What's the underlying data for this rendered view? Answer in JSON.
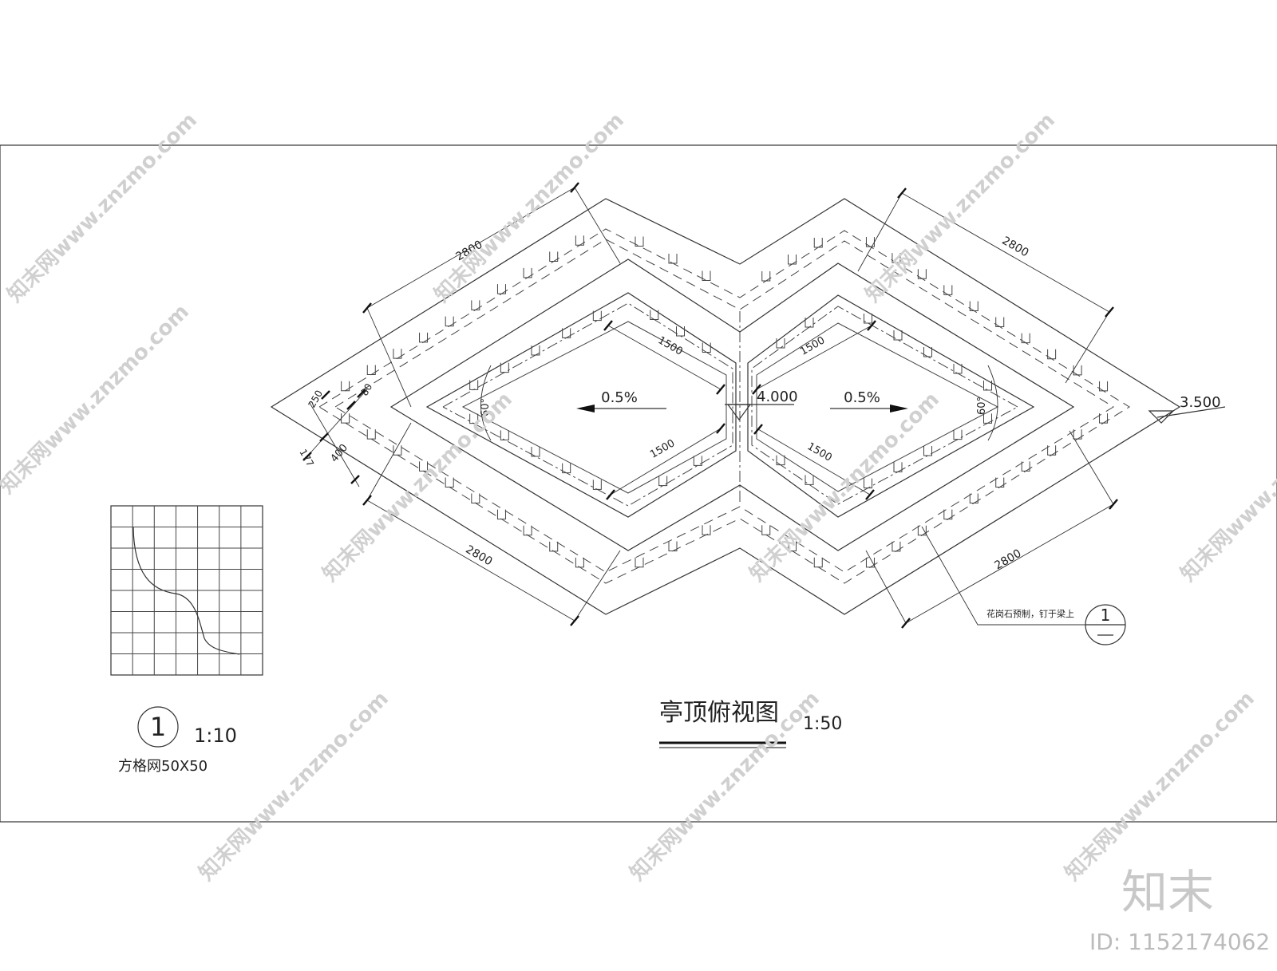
{
  "drawing": {
    "title": "亭顶俯视图",
    "title_scale": "1:50",
    "elevation_center": "4.000",
    "elevation_right": "3.500",
    "slope_left": "0.5%",
    "slope_right": "0.5%",
    "dims": {
      "d2800_top_left": "2800",
      "d2800_top_right": "2800",
      "d2800_bottom_left": "2800",
      "d2800_bottom_right": "2800",
      "d1500_tl": "1500",
      "d1500_tr": "1500",
      "d1500_bl": "1500",
      "d1500_br": "1500",
      "d250": "250",
      "d80": "80",
      "d177": "177",
      "d400": "400",
      "angle_left": "60°",
      "angle_right": "60°"
    },
    "note": "花岗石预制，钉于梁上",
    "callout_number": "1"
  },
  "detail": {
    "number": "1",
    "scale": "1:10",
    "label": "方格网50X50"
  },
  "watermark": {
    "text": "知末网www.znzmo.com",
    "brand": "知末",
    "id": "ID: 1152174062"
  }
}
